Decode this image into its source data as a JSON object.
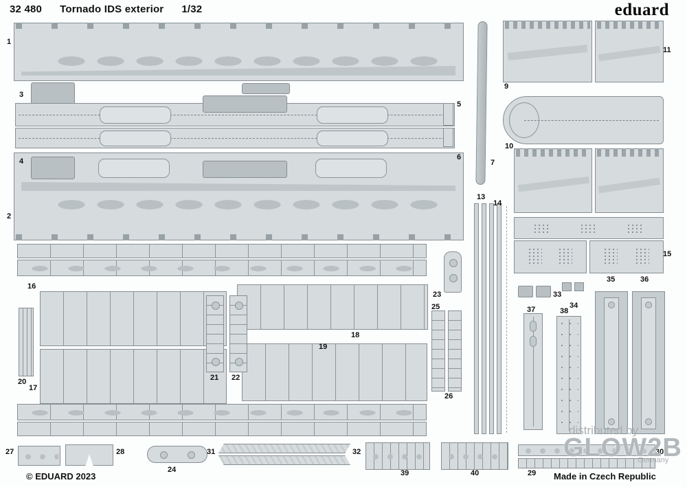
{
  "header": {
    "catalog_number": "32 480",
    "product_title": "Tornado IDS exterior",
    "scale": "1/32",
    "brand": "eduard"
  },
  "footer": {
    "copyright": "© EDUARD 2023",
    "origin": "Made in Czech Republic"
  },
  "watermark": {
    "line1": "distributed by",
    "logo": "GLOW2B",
    "country": "Germany"
  },
  "part_labels": {
    "n1": "1",
    "n2": "2",
    "n3": "3",
    "n4": "4",
    "n5": "5",
    "n6": "6",
    "n7": "7",
    "n9": "9",
    "n10": "10",
    "n11": "11",
    "n13": "13",
    "n14": "14",
    "n15": "15",
    "n16": "16",
    "n17": "17",
    "n18": "18",
    "n19": "19",
    "n20": "20",
    "n21": "21",
    "n22": "22",
    "n23": "23",
    "n24": "24",
    "n25": "25",
    "n26": "26",
    "n27": "27",
    "n28": "28",
    "n29": "29",
    "n30": "30",
    "n31": "31",
    "n32": "32",
    "n33": "33",
    "n34": "34",
    "n35": "35",
    "n36": "36",
    "n37": "37",
    "n38": "38",
    "n39": "39",
    "n40": "40"
  },
  "colors": {
    "background": "#fcfdfd",
    "sheet_fill": "#d6dbdd",
    "sheet_outline": "#858f94",
    "recess_fill": "#b9c0c3"
  }
}
